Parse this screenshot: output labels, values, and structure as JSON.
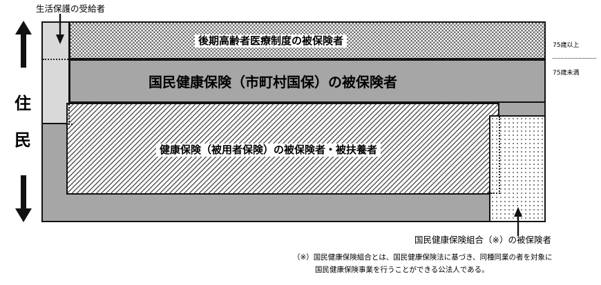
{
  "diagram": {
    "title_axis": {
      "label_chars": [
        "住",
        "民"
      ],
      "arrow_up_name": "up-arrow",
      "arrow_down_name": "down-arrow"
    },
    "bands": {
      "koki_koreisha": "後期高齢者医療制度の被保険者",
      "kokumin_kenko_hoken": "国民健康保険（市町村国保）の被保険者",
      "kenko_hoken": "健康保険（被用者保険）の被保険者・被扶養者"
    },
    "age_labels": {
      "above_75": "75歳以上",
      "under_75": "75歳未満"
    },
    "callouts": {
      "seikatsu_hogo": "生活保護の受給者",
      "kokuho_kumiai": "国民健康保険組合（※）の被保険者"
    },
    "footnote": {
      "line1": "（※）国民健康保険組合とは、国民健康保険法に基づき、同種同業の者を対象に",
      "line2": "国民健康保険事業を行うことができる公法人である。"
    },
    "colors": {
      "outline": "#111111",
      "mid_gray": "#a6a6a6",
      "light_gray": "#d9d9d9",
      "hatch_stroke": "#555555",
      "checker": "#6e6e6e",
      "dots": "#5a5a5a",
      "background": "#ffffff"
    }
  }
}
